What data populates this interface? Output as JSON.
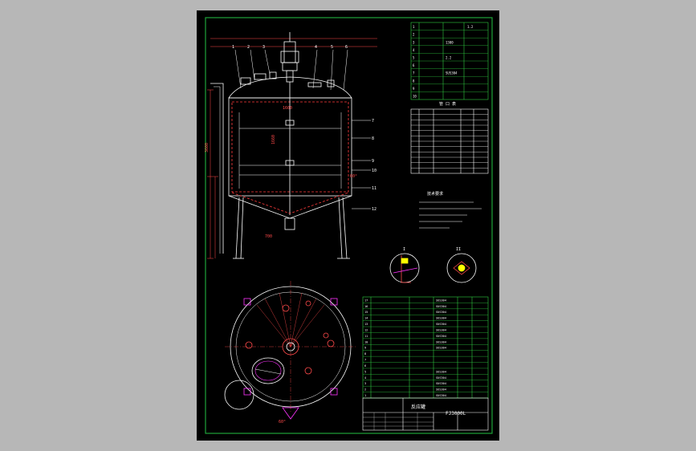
{
  "colors": {
    "viewport_bg": "#b7b7b7",
    "sheet_bg": "#000000",
    "frame": "#1fa33a",
    "line": "#ffffff",
    "hidden": "#ff3b3b",
    "table": "#2ecc40",
    "dimension": "#ff4a4a",
    "accent": "#ff33ff",
    "yellow": "#ffff00"
  },
  "drawing": {
    "title_block_name": "反应罐",
    "drawing_no": "FJ3000L",
    "notes_title": "技术要求",
    "nozzle_table_title": "管 口 表",
    "dimension_labels": {
      "overall_height": "3600",
      "body_height": "1660",
      "width": "1600",
      "angle_1": "60°",
      "angle_2": "60°",
      "bottom_1": "700"
    },
    "balloons": [
      "1",
      "2",
      "3",
      "4",
      "5",
      "6",
      "7",
      "8",
      "9",
      "10",
      "11",
      "12"
    ],
    "spec_rows": [
      {
        "no": "1",
        "item": "",
        "value": "",
        "value2": "1.2"
      },
      {
        "no": "2",
        "item": "",
        "value": "",
        "value2": ""
      },
      {
        "no": "3",
        "item": "",
        "value": "1300",
        "value2": ""
      },
      {
        "no": "4",
        "item": "",
        "value": "",
        "value2": ""
      },
      {
        "no": "5",
        "item": "",
        "value": "2.2",
        "value2": ""
      },
      {
        "no": "6",
        "item": "",
        "value": "",
        "value2": ""
      },
      {
        "no": "7",
        "item": "",
        "value": "SUS304",
        "value2": ""
      },
      {
        "no": "8",
        "item": "",
        "value": "",
        "value2": ""
      },
      {
        "no": "9",
        "item": "",
        "value": "",
        "value2": ""
      },
      {
        "no": "10",
        "item": "",
        "value": "",
        "value2": ""
      }
    ],
    "parts_rows": [
      {
        "no": "17",
        "material": "SUS304"
      },
      {
        "no": "16",
        "material": "SUS304"
      },
      {
        "no": "15",
        "material": "SUS304"
      },
      {
        "no": "14",
        "material": "SUS304"
      },
      {
        "no": "13",
        "material": "SUS304"
      },
      {
        "no": "12",
        "material": "SUS304"
      },
      {
        "no": "11",
        "material": "SUS304"
      },
      {
        "no": "10",
        "material": "SUS304"
      },
      {
        "no": "9",
        "material": "SUS304"
      },
      {
        "no": "8",
        "material": ""
      },
      {
        "no": "7",
        "material": ""
      },
      {
        "no": "6",
        "material": ""
      },
      {
        "no": "5",
        "material": "SUS304"
      },
      {
        "no": "4",
        "material": "SUS304"
      },
      {
        "no": "3",
        "material": "SUS304"
      },
      {
        "no": "2",
        "material": "SUS304"
      },
      {
        "no": "1",
        "material": "SUS304"
      }
    ],
    "detail_labels": [
      "I",
      "II"
    ]
  }
}
